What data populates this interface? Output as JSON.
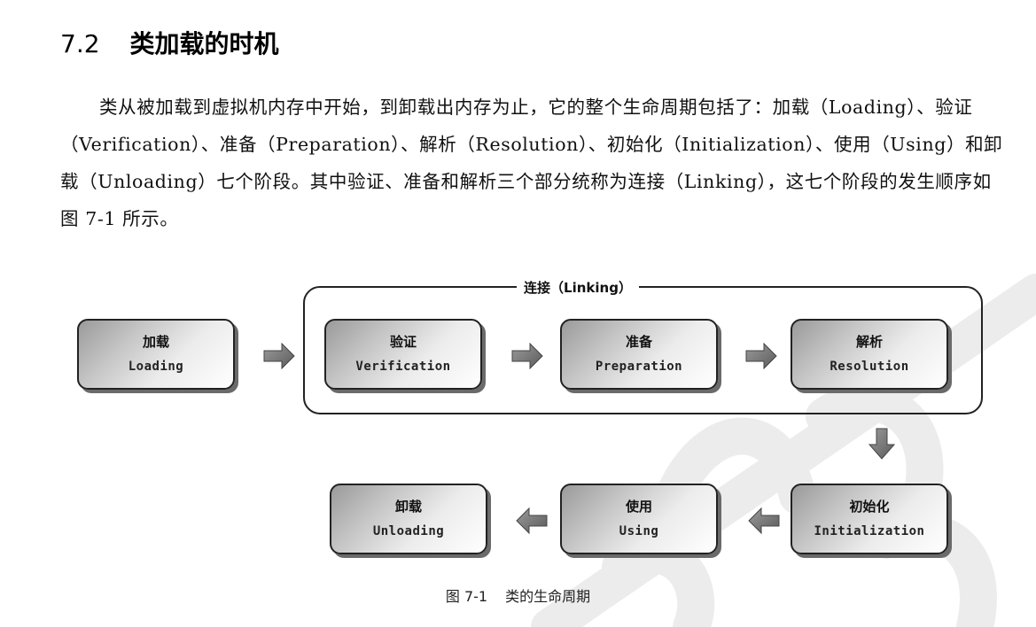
{
  "section": {
    "number": "7.2",
    "title": "类加载的时机"
  },
  "paragraph": "类从被加载到虚拟机内存中开始，到卸载出内存为止，它的整个生命周期包括了：加载（Loading）、验证（Verification）、准备（Preparation）、解析（Resolution）、初始化（Initialization）、使用（Using）和卸载（Unloading）七个阶段。其中验证、准备和解析三个部分统称为连接（Linking），这七个阶段的发生顺序如图 7-1 所示。",
  "figure": {
    "linking_group_label": "连接（Linking）",
    "stages": [
      {
        "zh": "加载",
        "en": "Loading"
      },
      {
        "zh": "验证",
        "en": "Verification"
      },
      {
        "zh": "准备",
        "en": "Preparation"
      },
      {
        "zh": "解析",
        "en": "Resolution"
      },
      {
        "zh": "初始化",
        "en": "Initialization"
      },
      {
        "zh": "使用",
        "en": "Using"
      },
      {
        "zh": "卸载",
        "en": "Unloading"
      }
    ],
    "caption_number": "图 7-1",
    "caption_text": "类的生命周期"
  }
}
